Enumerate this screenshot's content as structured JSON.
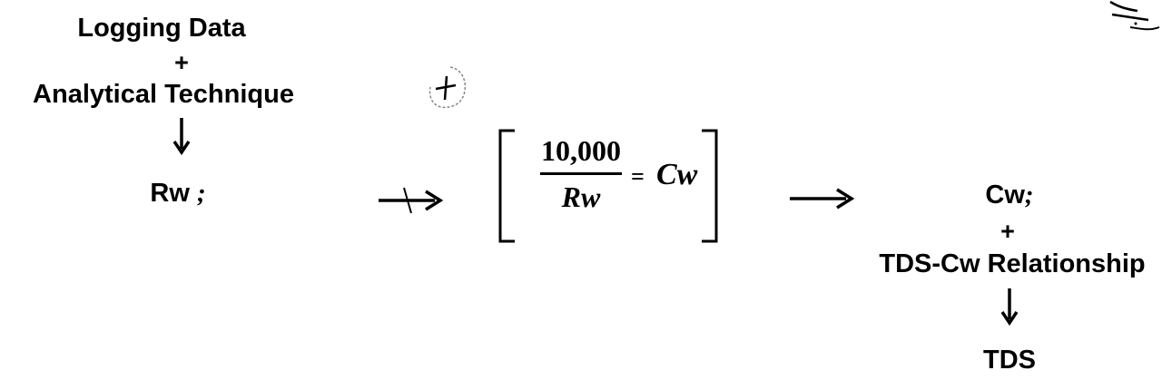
{
  "diagram": {
    "logging_data": "Logging Data",
    "plus_1": "+",
    "analytical_technique": "Analytical Technique",
    "rw_node": "Rw",
    "rw_suffix": ";",
    "formula": {
      "numerator": "10,000",
      "denominator": "Rw",
      "equals": "=",
      "result": "Cw"
    },
    "cw_node": "Cw",
    "cw_suffix": ";",
    "plus_2": "+",
    "tds_cw_relationship": "TDS-Cw Relationship",
    "tds": "TDS"
  },
  "annotations": {
    "circled_mark": "+"
  }
}
